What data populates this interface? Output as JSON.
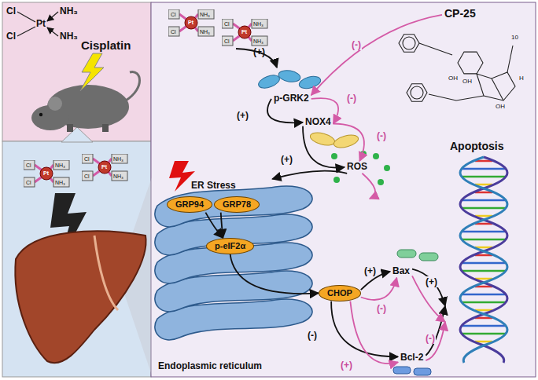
{
  "diagram": {
    "nodes": [
      {
        "text": [
          "Cisplatin"
        ]
      },
      {
        "text": [
          "p-GRK2"
        ]
      },
      {
        "text": [
          "CP-25"
        ]
      },
      {
        "text": [
          "NOX4"
        ]
      },
      {
        "text": [
          "ROS"
        ]
      },
      {
        "text": [
          "ER Stress",
          "Endoplasmic reticulum"
        ]
      },
      {
        "text": [
          "GRP94"
        ],
        "in": 5
      },
      {
        "text": [
          "GRP78"
        ],
        "in": 5
      },
      {
        "text": [
          "p-eIF2α"
        ],
        "in": 5
      },
      {
        "text": [
          "CHOP"
        ],
        "in": 5
      },
      {
        "text": [
          "Bax"
        ]
      },
      {
        "text": [
          "Bcl-2"
        ]
      },
      {
        "text": [
          "Apoptosis"
        ]
      }
    ],
    "edges": [
      {
        "from": 1,
        "to": 3,
        "arrow": "to",
        "label": "(+)"
      },
      {
        "from": 1,
        "to": 3,
        "arrow": "to",
        "label": "(-)"
      },
      {
        "from": 2,
        "to": 1,
        "arrow": "to",
        "label": "(-)"
      },
      {
        "from": 3,
        "to": 4,
        "arrow": "to",
        "label": "(+)"
      },
      {
        "from": 3,
        "to": 4,
        "arrow": "to",
        "label": "(-)"
      },
      {
        "from": 4,
        "to": 5,
        "arrow": "to"
      },
      {
        "from": 4,
        "to": 5,
        "arrow": "to"
      },
      {
        "from": 6,
        "to": 8,
        "arrow": "to"
      },
      {
        "from": 7,
        "to": 8,
        "arrow": "to"
      },
      {
        "from": 8,
        "to": 9,
        "arrow": "to"
      },
      {
        "from": 9,
        "to": 10,
        "arrow": "to",
        "label": "(+)"
      },
      {
        "from": 9,
        "to": 10,
        "arrow": "to",
        "label": "(-)"
      },
      {
        "from": 9,
        "to": 11,
        "arrow": "to",
        "label": "(-)"
      },
      {
        "from": 9,
        "to": 11,
        "arrow": "to",
        "label": "(+)"
      },
      {
        "from": 10,
        "to": 12,
        "arrow": "to",
        "label": "(+)"
      },
      {
        "from": 11,
        "to": 12,
        "arrow": "to"
      },
      {
        "from": 10,
        "to": 12,
        "arrow": "to"
      },
      {
        "from": 11,
        "to": 12,
        "arrow": "to",
        "label": "(-)"
      }
    ],
    "labels": [
      "Cl",
      "Cl",
      "Pt",
      "NH₃",
      "NH₃",
      "Cl",
      "Cl",
      "Pt",
      "NH₃",
      "NH₃",
      "Cl",
      "Cl",
      "Pt",
      "NH₃",
      "NH₃",
      "Cl",
      "Cl",
      "Pt",
      "NH₃",
      "NH₃",
      "Cl",
      "Cl",
      "Pt",
      "NH₃",
      "NH₃",
      "(+)",
      "OH",
      "OH",
      "OH",
      "H",
      "10"
    ]
  }
}
